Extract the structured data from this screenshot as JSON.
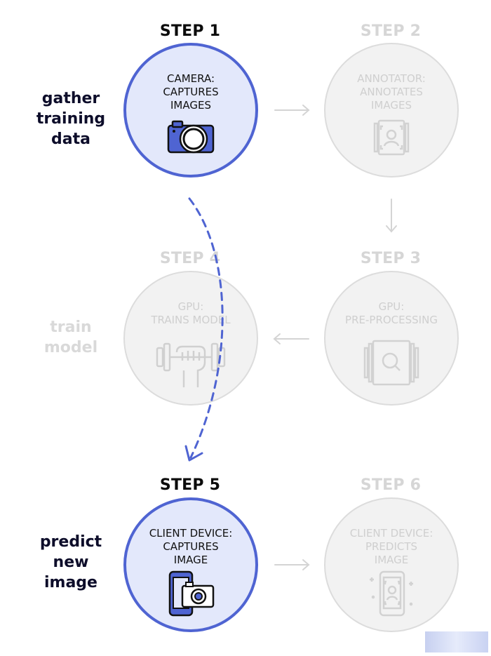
{
  "steps": [
    {
      "title": "STEP 1",
      "label": "CAMERA:\nCAPTURES\nIMAGES",
      "active": true
    },
    {
      "title": "STEP 2",
      "label": "ANNOTATOR:\nANNOTATES\nIMAGES",
      "active": false
    },
    {
      "title": "STEP 3",
      "label": "GPU:\nPRE-PROCESSING",
      "active": false
    },
    {
      "title": "STEP 4",
      "label": "GPU:\nTRAINS MODEL",
      "active": false
    },
    {
      "title": "STEP 5",
      "label": "CLIENT DEVICE:\nCAPTURES\nIMAGE",
      "active": true
    },
    {
      "title": "STEP 6",
      "label": "CLIENT DEVICE:\nPREDICTS\nIMAGE",
      "active": false
    }
  ],
  "phases": {
    "gather": "gather\ntraining\ndata",
    "train": "train\nmodel",
    "predict": "predict\nnew\nimage"
  },
  "icons": {
    "step1": "camera-icon",
    "step2": "face-annotation-icon",
    "step3": "image-search-icon",
    "step4": "dumbbell-hand-icon",
    "step5": "phone-camera-icon",
    "step6": "phone-face-scan-icon"
  },
  "colors": {
    "accent": "#4f64d2",
    "active_fill": "#e3e8fb",
    "inactive": "#d6d6d6",
    "dark_text": "#0d0d2a"
  }
}
